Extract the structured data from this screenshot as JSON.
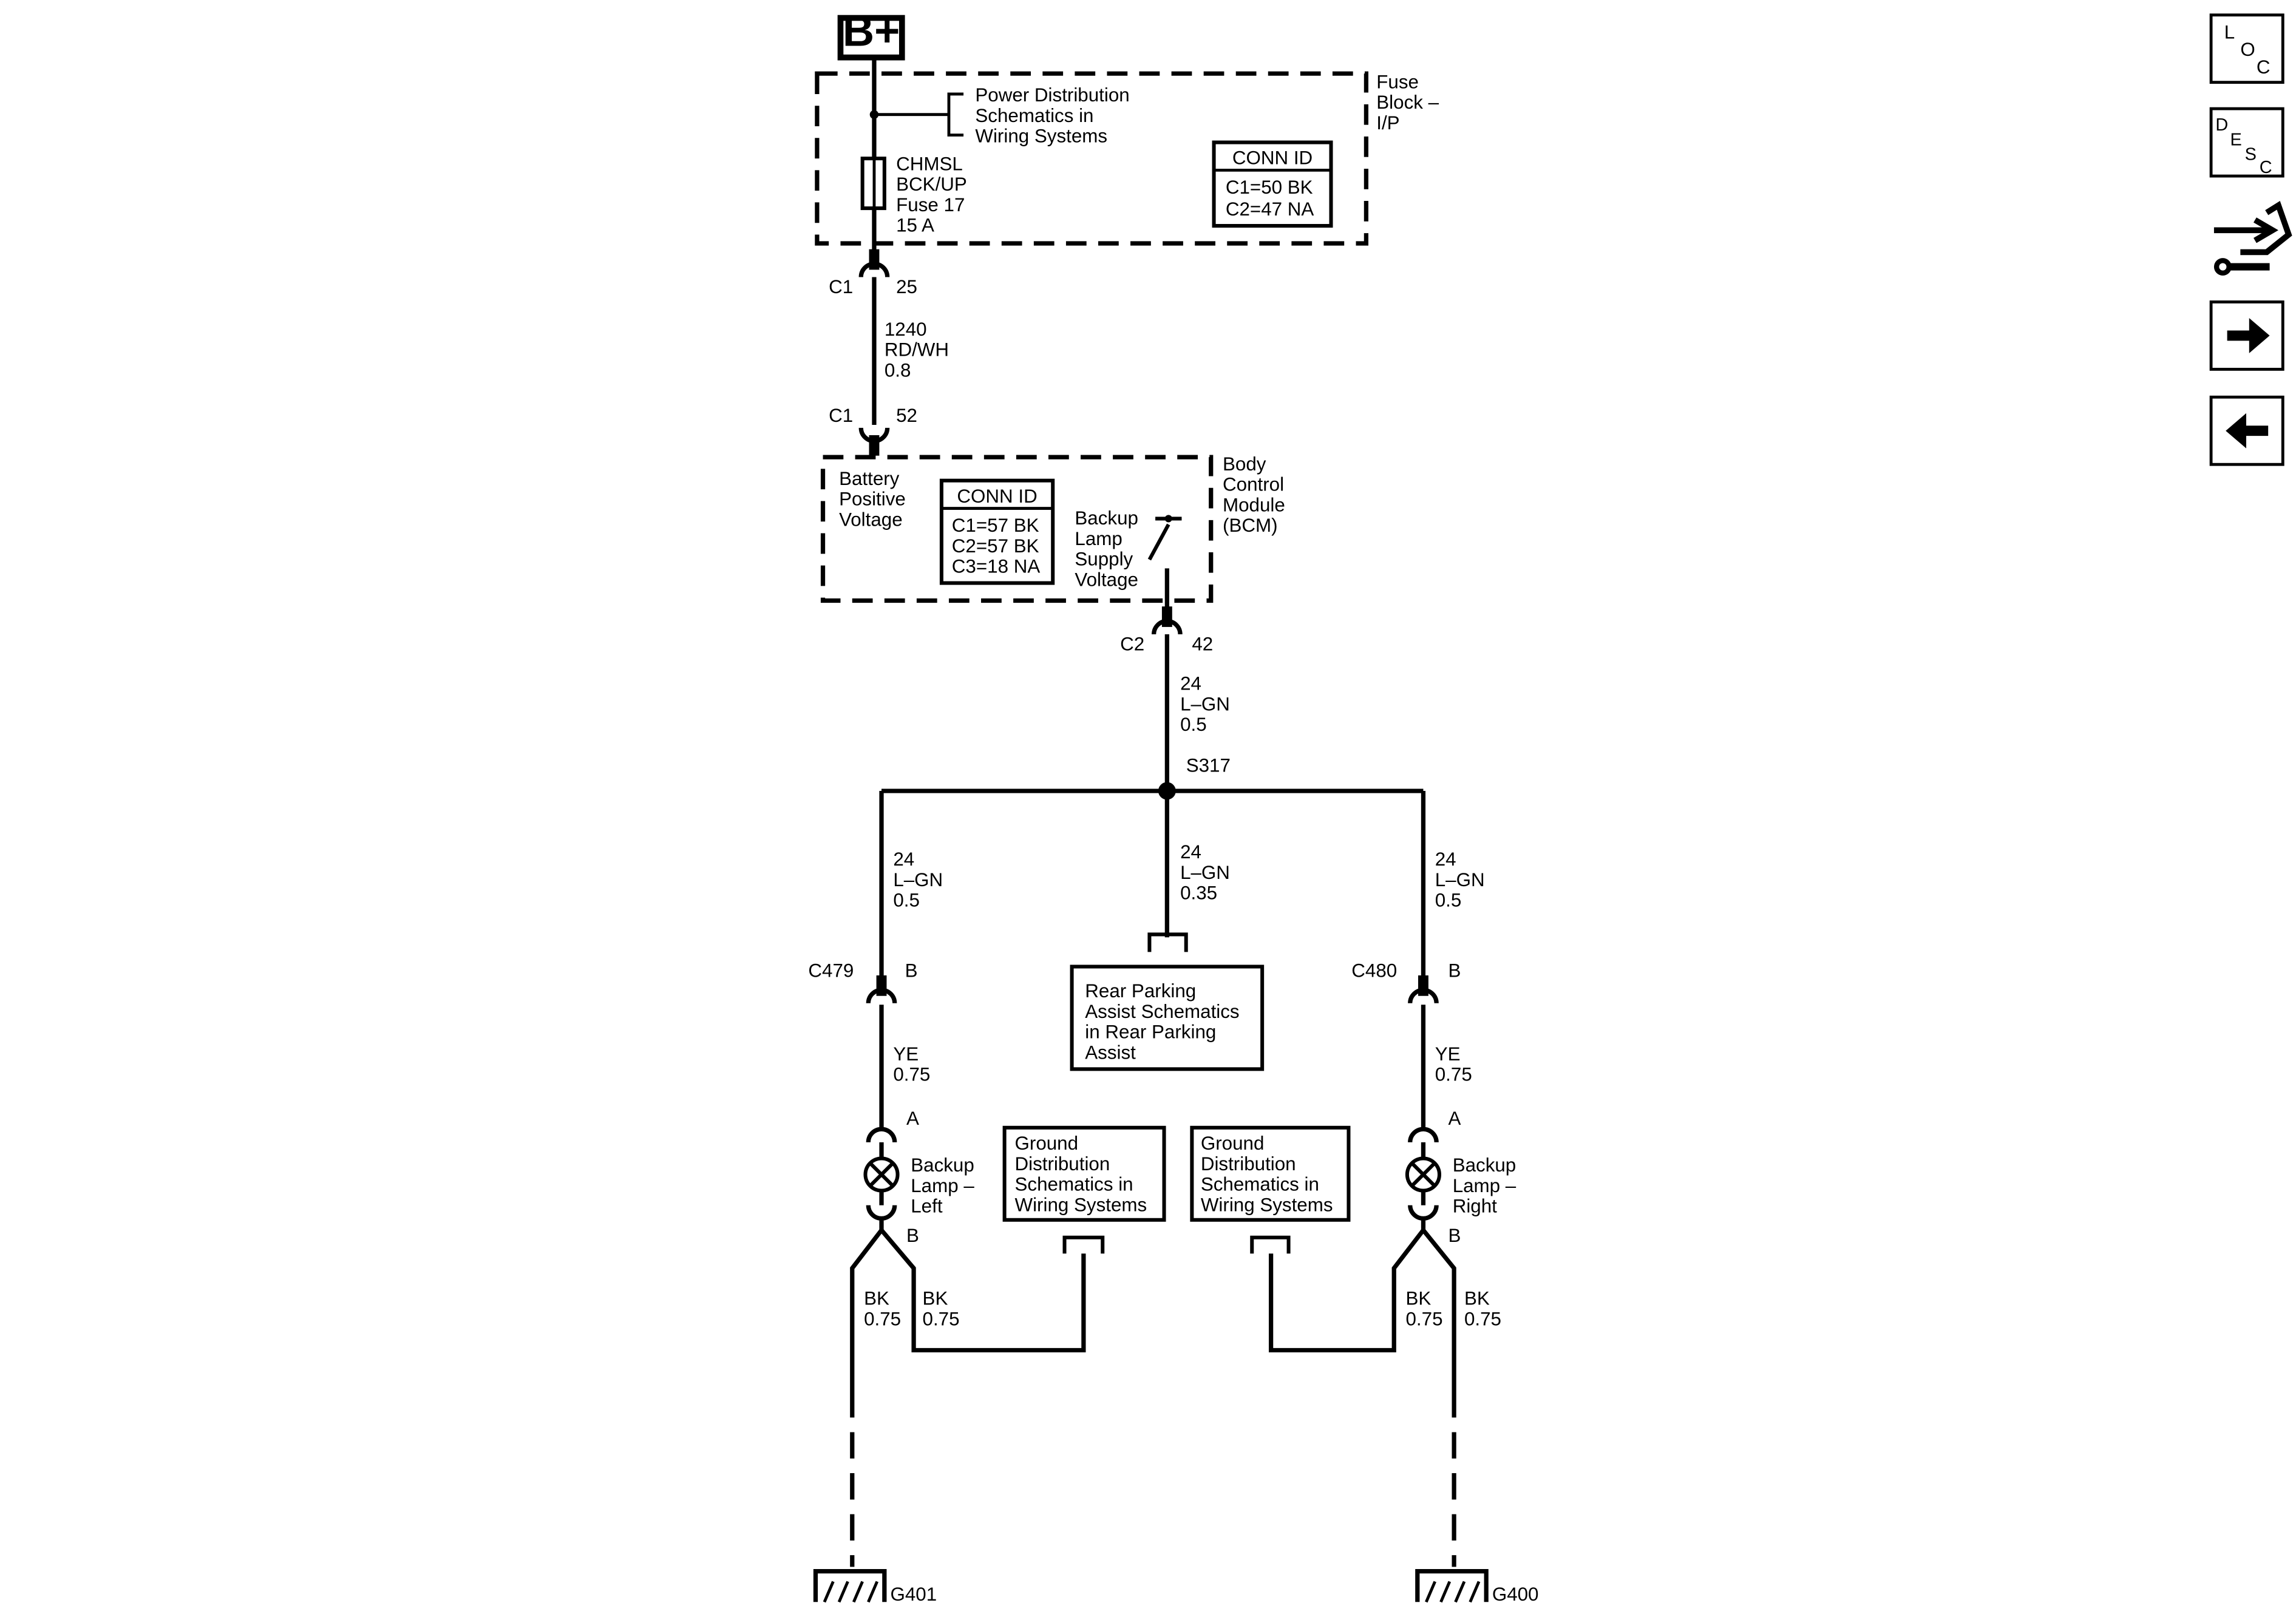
{
  "supply": {
    "label": "B+"
  },
  "fuse_block": {
    "title": [
      "Fuse",
      "Block –",
      "I/P"
    ],
    "power_ref": [
      "Power Distribution",
      "Schematics in",
      "Wiring Systems"
    ],
    "fuse": [
      "CHMSL",
      "BCK/UP",
      "Fuse 17",
      "15 A"
    ],
    "conn_header": "CONN ID",
    "conn_rows": [
      "C1=50 BK",
      "C2=47 NA"
    ]
  },
  "conn_fb_out": {
    "conn": "C1",
    "pin": "25"
  },
  "wire_1240": [
    "1240",
    "RD/WH",
    "0.8"
  ],
  "conn_bcm_in": {
    "conn": "C1",
    "pin": "52"
  },
  "bcm": {
    "title": [
      "Body",
      "Control",
      "Module",
      "(BCM)"
    ],
    "input_label": [
      "Battery",
      "Positive",
      "Voltage"
    ],
    "conn_header": "CONN ID",
    "conn_rows": [
      "C1=57 BK",
      "C2=57 BK",
      "C3=18 NA"
    ],
    "switch_label": [
      "Backup",
      "Lamp",
      "Supply",
      "Voltage"
    ]
  },
  "conn_bcm_out": {
    "conn": "C2",
    "pin": "42"
  },
  "wire_main": [
    "24",
    "L–GN",
    "0.5"
  ],
  "splice": {
    "label": "S317"
  },
  "wire_left": [
    "24",
    "L–GN",
    "0.5"
  ],
  "wire_center": [
    "24",
    "L–GN",
    "0.35"
  ],
  "wire_right": [
    "24",
    "L–GN",
    "0.5"
  ],
  "rear_park_ref": [
    "Rear Parking",
    "Assist Schematics",
    "in Rear Parking",
    "Assist"
  ],
  "conn_left": {
    "conn": "C479",
    "pin": "B"
  },
  "conn_right": {
    "conn": "C480",
    "pin": "B"
  },
  "wire_ye_left": [
    "YE",
    "0.75"
  ],
  "wire_ye_right": [
    "YE",
    "0.75"
  ],
  "lamp_left": {
    "pin_top": "A",
    "pin_bottom": "B",
    "label": [
      "Backup",
      "Lamp –",
      "Left"
    ]
  },
  "lamp_right": {
    "pin_top": "A",
    "pin_bottom": "B",
    "label": [
      "Backup",
      "Lamp –",
      "Right"
    ]
  },
  "ground_ref_left": [
    "Ground",
    "Distribution",
    "Schematics in",
    "Wiring Systems"
  ],
  "ground_ref_right": [
    "Ground",
    "Distribution",
    "Schematics in",
    "Wiring Systems"
  ],
  "wire_bk_ll": [
    "BK",
    "0.75"
  ],
  "wire_bk_lr": [
    "BK",
    "0.75"
  ],
  "wire_bk_rl": [
    "BK",
    "0.75"
  ],
  "wire_bk_rr": [
    "BK",
    "0.75"
  ],
  "ground_left": {
    "label": "G401"
  },
  "ground_right": {
    "label": "G400"
  },
  "nav": {
    "loc": [
      "L",
      "O",
      "C"
    ],
    "desc": [
      "D",
      "E",
      "S",
      "C"
    ],
    "tools_icon": "connector-tools-icon",
    "next_icon": "arrow-right-icon",
    "prev_icon": "arrow-left-icon"
  }
}
